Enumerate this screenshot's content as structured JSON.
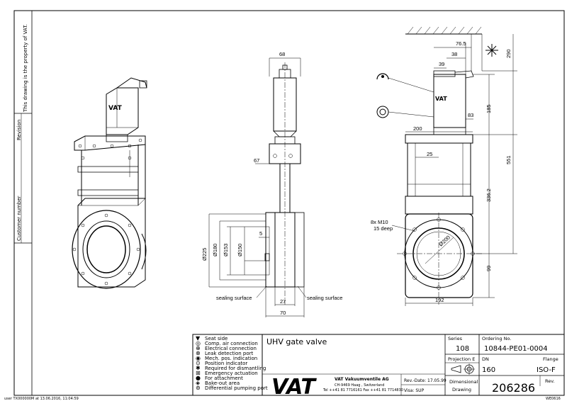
{
  "side_bar": {
    "property_note": "This drawing is the property of VAT.",
    "revision_label": "Revision",
    "customer_number_label": "Customer number"
  },
  "dimensions": {
    "side_width_top": "68",
    "side_67": "67",
    "side_5": "5",
    "side_d225": "Ø225",
    "side_d180": "Ø180",
    "side_d153": "Ø153",
    "side_d150": "Ø150",
    "side_27": "27",
    "side_70": "70",
    "sealing_left": "sealing surface",
    "sealing_right": "sealing surface",
    "front_76_5": "76.5",
    "front_38": "38",
    "front_39": "39",
    "front_290": "290",
    "front_185": "185",
    "front_83": "83",
    "front_200": "200",
    "front_25": "25",
    "front_551": "551",
    "front_336_2": "336.2",
    "front_d200": "Ø200",
    "front_99": "99",
    "front_192": "192",
    "bolt_note_1": "8x M10",
    "bolt_note_2": "15 deep"
  },
  "legend": [
    "Seat side",
    "Comp. air connection",
    "Electrical connection",
    "Leak detection port",
    "Mech. pos. indication",
    "Position indicator",
    "Required for dismantling",
    "Emergency actuation",
    "For attachment",
    "Bake-out area",
    "Differential pumping port"
  ],
  "title_block": {
    "title": "UHV gate valve",
    "series_label": "Series",
    "series_value": "108",
    "ordering_label": "Ordering No.",
    "ordering_value": "10844-PE01-0004",
    "projection_label": "Projection E",
    "dn_label": "DN",
    "dn_value": "160",
    "flange_label": "Flange",
    "flange_value": "ISO-F",
    "logo_text": "VAT",
    "company_name": "VAT Vakuumventile AG",
    "company_address": "CH-9469 Haag , Switzerland",
    "company_phone": "Tel ++41 81 7716161 Fax ++41 81 7714830",
    "rev_date": "Rev.-Date: 17.05.99",
    "visa": "Visa: SUP",
    "dimensional_drawing_1": "Dimensional",
    "dimensional_drawing_2": "Drawing",
    "drawing_number": "206286",
    "rev_label": "Rev."
  },
  "footer": {
    "user_line": "user TX000000M at 13.06.2016, 11:04:59",
    "code": "WE0616"
  }
}
